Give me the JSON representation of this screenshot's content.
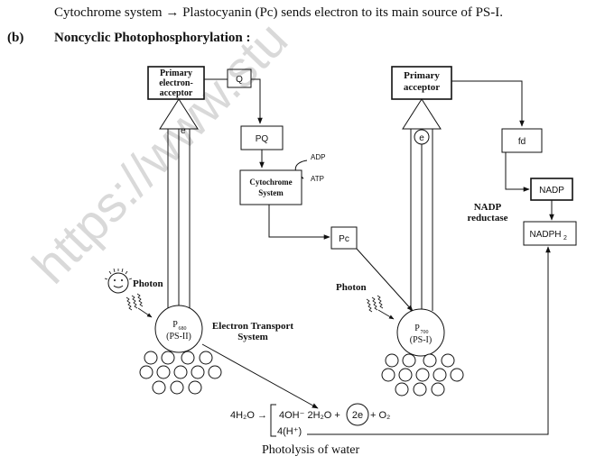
{
  "intro_line": "Cytochrome system → Plastocyanin (Pc) sends electron to its main source of PS-I.",
  "heading": {
    "label": "(b)",
    "title": "Noncyclic Photophosphorylation :"
  },
  "left": {
    "acceptor_lines": [
      "Primary",
      "electron-",
      "acceptor"
    ],
    "q": "Q",
    "e": "e",
    "pq": "PQ",
    "adp": "ADP",
    "atp": "ATP",
    "cytochrome_lines": [
      "Cytochrome",
      "System"
    ],
    "pc": "Pc",
    "photon": "Photon",
    "p680_main": "P",
    "p680_sub": "680",
    "p680_ps": "(PS-II)",
    "ets_lines": [
      "Electron  Transport",
      "System"
    ]
  },
  "right": {
    "acceptor_lines": [
      "Primary",
      "acceptor"
    ],
    "e": "e",
    "fd": "fd",
    "nadp": "NADP",
    "nadp_reductase_lines": [
      "NADP",
      "reductase"
    ],
    "nadph_main": "NADPH",
    "nadph_sub": "2",
    "photon": "Photon",
    "p700_main": "P",
    "p700_sub": "700",
    "p700_ps": "(PS-I)"
  },
  "water": {
    "lhs": "4H₂O →",
    "oh": "4OH⁻  2H₂O +",
    "e": "2e",
    "o2": "+ O₂",
    "h": "4(H⁺)",
    "caption": "Photolysis of water"
  },
  "watermark": "https://www.stu"
}
